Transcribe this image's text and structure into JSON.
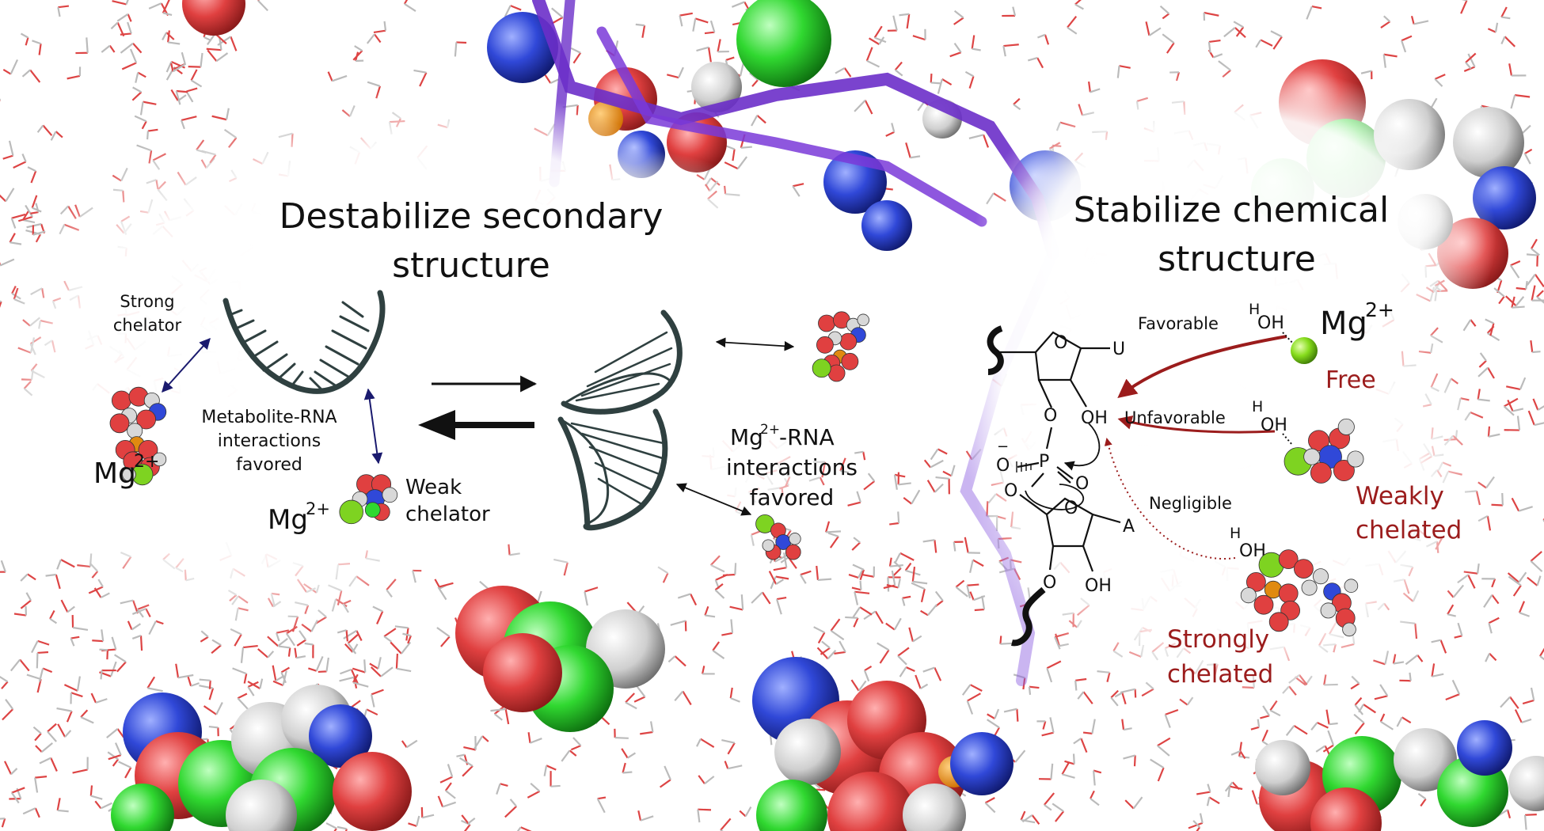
{
  "left_panel": {
    "title_line1": "Destabilize secondary",
    "title_line2": "structure",
    "strong_chelator_line1": "Strong",
    "strong_chelator_line2": "chelator",
    "metabolite_rna_line1": "Metabolite-RNA",
    "metabolite_rna_line2": "interactions",
    "metabolite_rna_line3": "favored",
    "weak_chelator_line1": "Weak",
    "weak_chelator_line2": "chelator",
    "mg_base": "Mg",
    "mg_charge": "2+"
  },
  "middle_panel": {
    "mg_rna_suffix": "-RNA",
    "mg_rna_line2": "interactions",
    "mg_rna_line3": "favored"
  },
  "right_panel": {
    "title_line1": "Stabilize chemical",
    "title_line2": "structure",
    "favorable": "Favorable",
    "unfavorable": "Unfavorable",
    "negligible": "Negligible",
    "free": "Free",
    "weakly_line1": "Weakly",
    "weakly_line2": "chelated",
    "strongly_line1": "Strongly",
    "strongly_line2": "chelated",
    "oh": "OH",
    "h": "H",
    "u": "U",
    "a": "A",
    "o": "O",
    "p": "P",
    "minus": "−"
  },
  "colors": {
    "accent_red": "#9b1c1c",
    "rna_strand": "#2f4040",
    "backbone_purple": "#6b2fc9",
    "atom_red": "#d93a3a",
    "atom_blue": "#2b45d6",
    "atom_green": "#3adf3a",
    "atom_white": "#d8d8d8",
    "mg_green": "#7ed321"
  }
}
